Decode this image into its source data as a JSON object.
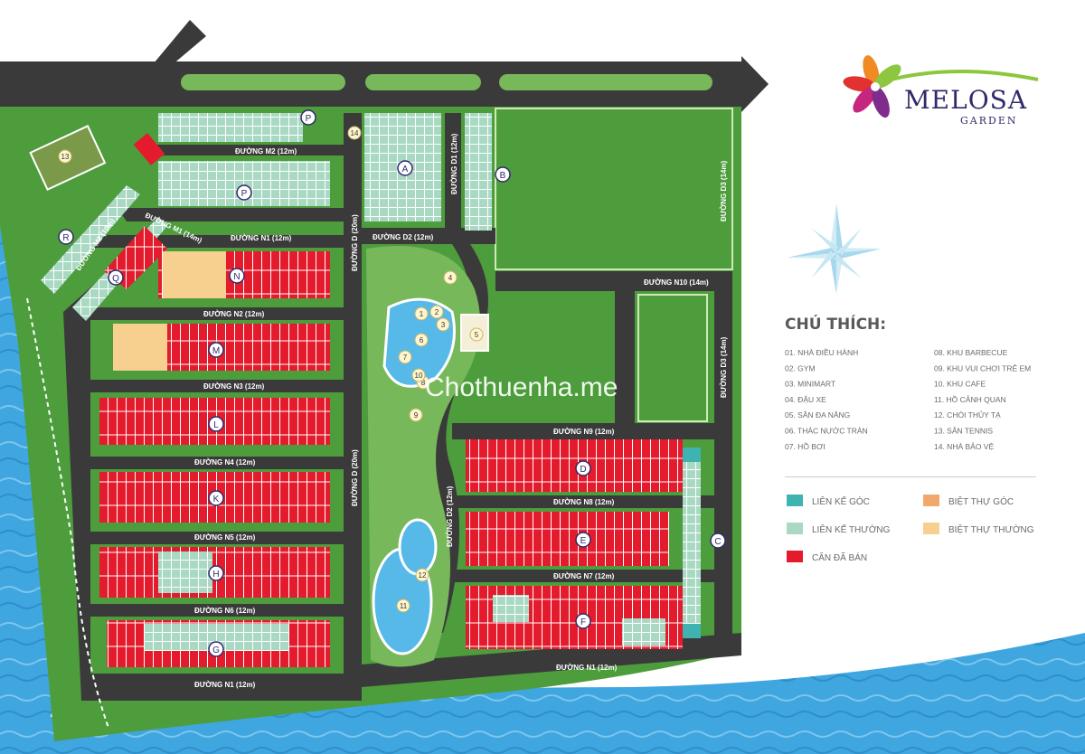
{
  "brand": {
    "name": "MELOSA",
    "sub": "GARDEN"
  },
  "watermark": "Chothuenha.me",
  "roads": {
    "d_left": "ĐƯỜNG D (20m)",
    "d_right": "ĐƯỜNG D (20m)",
    "d1": "ĐƯỜNG D1 (12m)",
    "d2_top": "ĐƯỜNG D2 (12m)",
    "d2_side": "ĐƯỜNG D2 (12m)",
    "d3_top": "ĐƯỜNG D3 (14m)",
    "d3_bottom": "ĐƯỜNG D3 (14m)",
    "m1": "ĐƯỜNG M1 (14m)",
    "m2": "ĐƯỜNG M2 (12m)",
    "m2_side": "ĐƯỜNG M2 (10m)",
    "n1_top": "ĐƯỜNG N1 (12m)",
    "n1_bottom": "ĐƯỜNG N1 (12m)",
    "n1_right": "ĐƯỜNG N1 (12m)",
    "n2": "ĐƯỜNG N2 (12m)",
    "n3": "ĐƯỜNG N3 (12m)",
    "n4": "ĐƯỜNG N4 (12m)",
    "n5": "ĐƯỜNG N5 (12m)",
    "n6": "ĐƯỜNG N6 (12m)",
    "n7": "ĐƯỜNG N7 (12m)",
    "n8": "ĐƯỜNG N8 (12m)",
    "n9": "ĐƯỜNG N9 (12m)",
    "n10": "ĐƯỜNG N10 (14m)"
  },
  "blocks": {
    "A": "A",
    "B": "B",
    "C": "C",
    "D": "D",
    "E": "E",
    "F": "F",
    "G": "G",
    "H": "H",
    "K": "K",
    "L": "L",
    "M": "M",
    "N": "N",
    "P1": "P",
    "P2": "P",
    "Q": "Q",
    "R": "R"
  },
  "amenity_markers": [
    "1",
    "2",
    "3",
    "4",
    "5",
    "6",
    "7",
    "8",
    "9",
    "10",
    "11",
    "12",
    "13",
    "14"
  ],
  "legend": {
    "title": "CHÚ THÍCH:",
    "amenities_left": [
      "01. NHÀ ĐIỀU HÀNH",
      "02. GYM",
      "03. MINIMART",
      "04. ĐẬU XE",
      "05. SÂN ĐA NĂNG",
      "06. THÁC NƯỚC TRÀN",
      "07. HỒ BƠI"
    ],
    "amenities_right": [
      "08. KHU BARBECUE",
      "09. KHU VUI CHƠI TRẺ EM",
      "10. KHU CAFE",
      "11. HỒ CẢNH QUAN",
      "12. CHÒI THỦY TẠ",
      "13. SÂN TENNIS",
      "14. NHÀ BẢO VỆ"
    ],
    "types": [
      {
        "label": "LIÊN KẾ GÓC",
        "color": "#3fb3b0"
      },
      {
        "label": "BIỆT THỰ GÓC",
        "color": "#f2a86a"
      },
      {
        "label": "LIÊN KẾ THƯỜNG",
        "color": "#a9d9c3"
      },
      {
        "label": "BIỆT THỰ THƯỜNG",
        "color": "#f7cf8f"
      },
      {
        "label": "CĂN ĐÃ BÁN",
        "color": "#e41b2c"
      }
    ]
  },
  "colors": {
    "road": "#3a3a3a",
    "grass": "#4d9d3c",
    "grass_light": "#77b85a",
    "water": "#3fa6df",
    "sold": "#e41b2c",
    "brand": "#2f2a6b"
  }
}
